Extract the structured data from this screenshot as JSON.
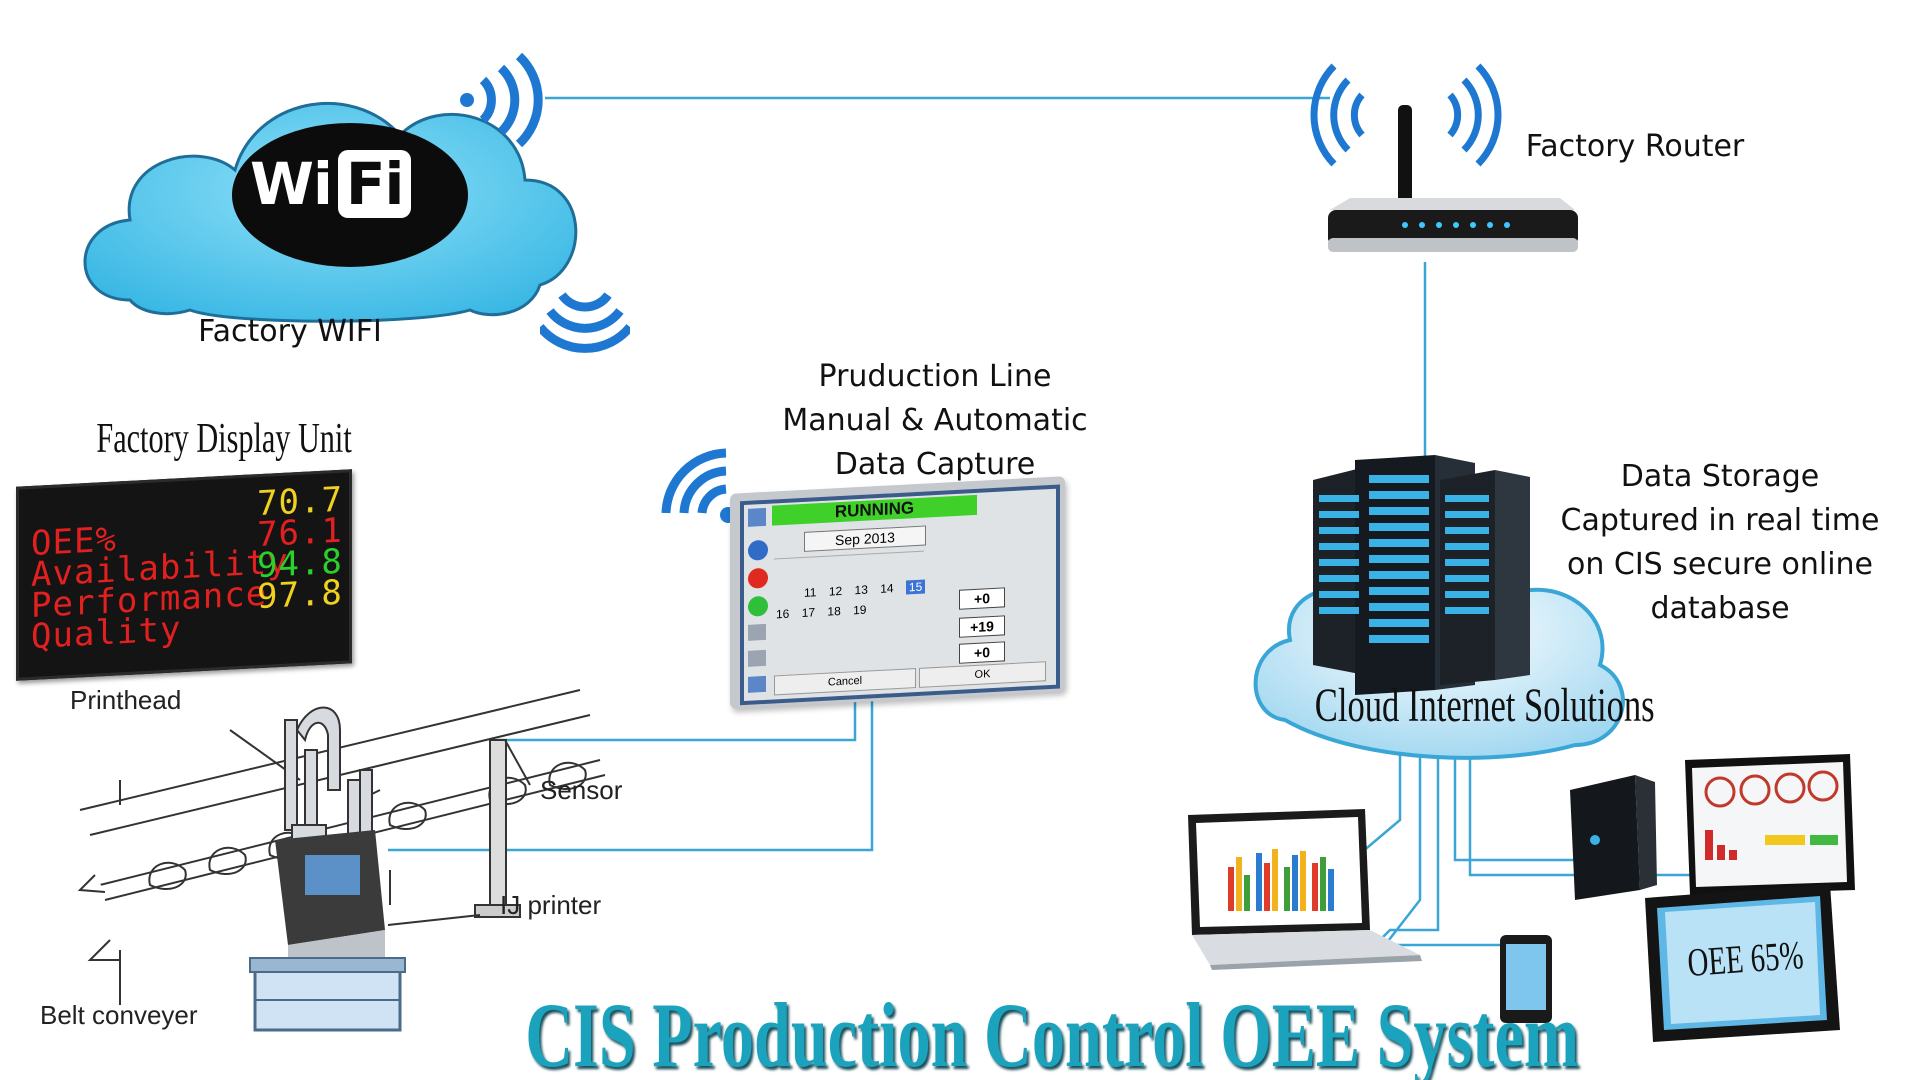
{
  "title": "CIS Production Control OEE System",
  "labels": {
    "factory_wifi": "Factory WIFI",
    "factory_router": "Factory Router",
    "production_line": [
      "Pruduction Line",
      "Manual & Automatic",
      "Data Capture"
    ],
    "data_storage": [
      "Data Storage",
      "Captured in real time",
      "on CIS secure online",
      "database"
    ],
    "cloud": "Cloud Internet Solutions",
    "display_unit": "Factory Display Unit",
    "wifi_logo_left": "Wi",
    "wifi_logo_right": "Fi"
  },
  "display_unit": {
    "rows": [
      {
        "name": "OEE%",
        "value": "70.7",
        "value_color": "#f0d21e"
      },
      {
        "name": "Availability",
        "value": "76.1",
        "value_color": "#e22020"
      },
      {
        "name": "Performance",
        "value": "94.8",
        "value_color": "#2ad12a"
      },
      {
        "name": "Quality",
        "value": "97.8",
        "value_color": "#f0d21e"
      }
    ],
    "name_color": "#e22020"
  },
  "hmi": {
    "status": "RUNNING",
    "month": "Sep 2013",
    "days_row1": [
      "11",
      "12",
      "13",
      "14",
      "15"
    ],
    "days_row2": [
      "16",
      "17",
      "18",
      "19"
    ],
    "counters": [
      "+0",
      "+19",
      "+0"
    ],
    "cancel": "Cancel",
    "ok": "OK"
  },
  "conveyor": {
    "printhead": "Printhead",
    "sensor": "Sensor",
    "ij_printer": "IJ printer",
    "belt": "Belt conveyer"
  },
  "tablet_text": "OEE 65%",
  "colors": {
    "line": "#3aa6d6",
    "wifi_blue": "#1e78d2",
    "title_teal": "#1ba3bd",
    "cloud_fill": "#4dc3ea"
  }
}
